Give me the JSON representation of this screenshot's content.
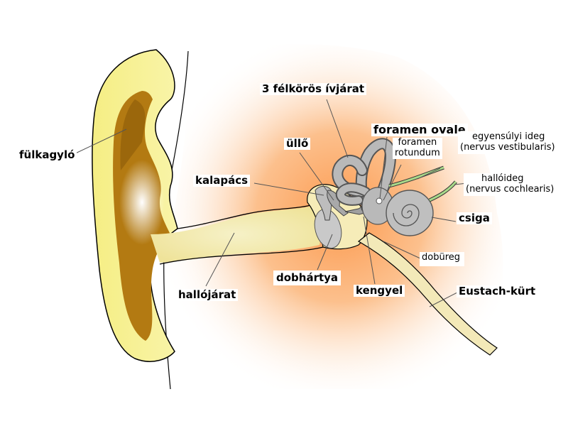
{
  "labels": {
    "fulkagylo": "fülkagyló",
    "felkoros": "3 félkörös ívjárat",
    "foramen_ovale": "foramen ovale",
    "egyensulyi": "egyensúlyi ideg",
    "nervus_vestibularis": "(nervus vestibularis)",
    "foramen": "foramen",
    "rotundum": "rotundum",
    "ullo": "üllő",
    "halloideg": "hallóideg",
    "nervus_cochlearis": "(nervus cochlearis)",
    "kalapacs": "kalapács",
    "csiga": "csiga",
    "dobureg": "dobüreg",
    "dobhartya": "dobhártya",
    "kengyel": "kengyel",
    "eustach": "Eustach-kürt",
    "hallojarat": "hallójárat"
  },
  "colors": {
    "ear_yellow": "#f7f18c",
    "ear_brown": "#a8730f",
    "tissue_orange": "#fbb682",
    "bone_gray": "#b9b9b9",
    "nerve_green": "#a8d98a"
  }
}
